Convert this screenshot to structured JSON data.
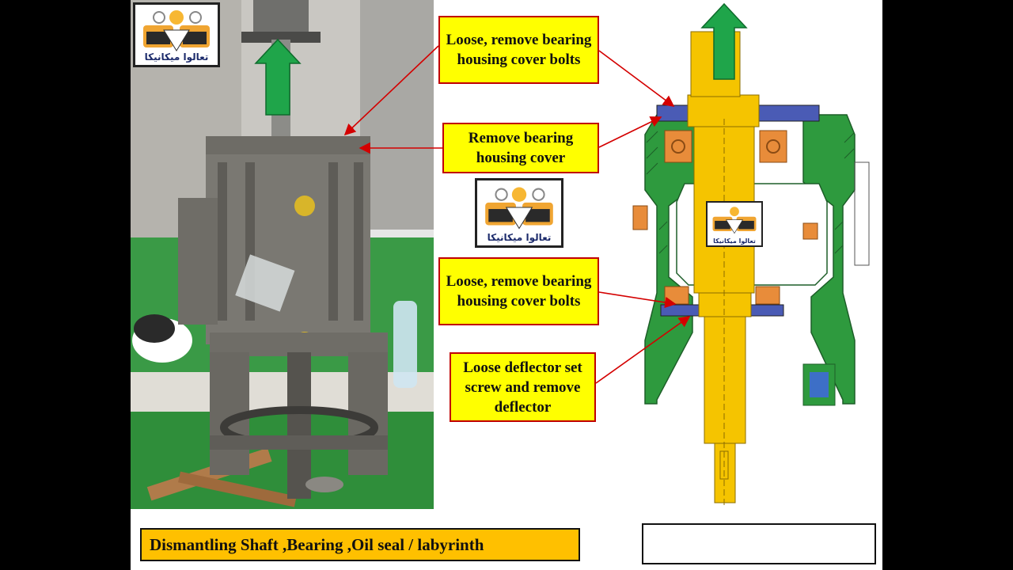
{
  "callouts": {
    "c1": "Loose, remove bearing housing cover bolts",
    "c2": "Remove bearing housing cover",
    "c3": "Loose, remove bearing housing cover bolts",
    "c4": "Loose deflector set screw and remove deflector"
  },
  "logo": {
    "text": "تعالوا ميكانيكا",
    "icon": "cartoon-gears-logo-icon"
  },
  "caption": "Dismantling Shaft ,Bearing ,Oil seal / labyrinth",
  "colors": {
    "callout_fill": "#ffff00",
    "callout_border": "#c00000",
    "caption_fill": "#ffc000",
    "shaft": "#f5c400",
    "housing": "#2e9a3e",
    "bearing": "#e88c3a",
    "cover": "#4a5bb5",
    "arrow": "#1fa54a",
    "leader": "#d40000"
  }
}
